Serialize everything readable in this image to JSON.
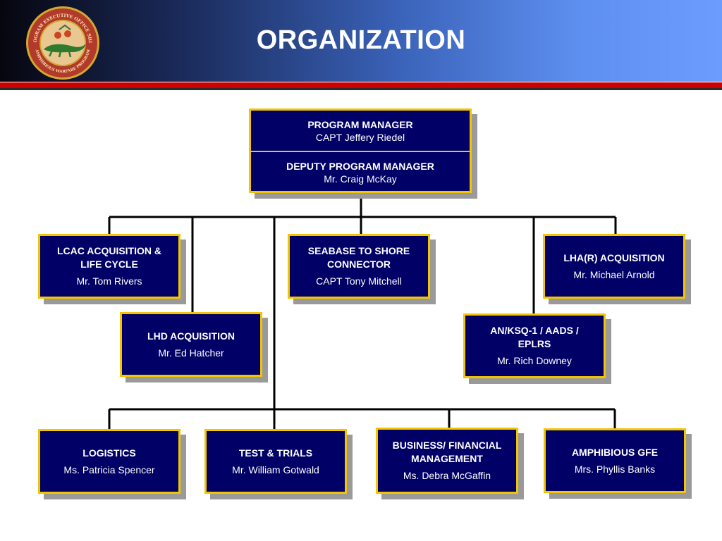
{
  "header": {
    "title": "ORGANIZATION",
    "logo": {
      "ring_top_text": "PROGRAM EXECUTIVE OFFICE SHIPS",
      "ring_bottom_text": "AMPHIBIOUS WARFARE PROGRAM",
      "colors": {
        "ring": "#b23a2a",
        "gold": "#d4a830",
        "inner": "#e8c890"
      }
    }
  },
  "colors": {
    "box_fill": "#000066",
    "box_border": "#f2c500",
    "shadow": "#9a9a9a",
    "accent_red": "#cc0000"
  },
  "top": {
    "pm_title": "PROGRAM MANAGER",
    "pm_name": "CAPT Jeffery Riedel",
    "dpm_title": "DEPUTY PROGRAM MANAGER",
    "dpm_name": "Mr. Craig McKay"
  },
  "units": {
    "lcac": {
      "title": "LCAC ACQUISITION & LIFE CYCLE",
      "name": "Mr. Tom Rivers"
    },
    "seabase": {
      "title": "SEABASE TO SHORE CONNECTOR",
      "name": "CAPT Tony Mitchell"
    },
    "lha": {
      "title": "LHA(R) ACQUISITION",
      "name": "Mr. Michael Arnold"
    },
    "lhd": {
      "title": "LHD ACQUISITION",
      "name": "Mr. Ed Hatcher"
    },
    "anksq": {
      "title": "AN/KSQ-1 / AADS / EPLRS",
      "name": "Mr. Rich Downey"
    }
  },
  "support": {
    "logistics": {
      "title": "LOGISTICS",
      "name": "Ms. Patricia Spencer"
    },
    "test": {
      "title": "TEST & TRIALS",
      "name": "Mr. William Gotwald"
    },
    "business": {
      "title": "BUSINESS/ FINANCIAL MANAGEMENT",
      "name": "Ms. Debra McGaffin"
    },
    "gfe": {
      "title": "AMPHIBIOUS GFE",
      "name": "Mrs. Phyllis Banks"
    }
  }
}
